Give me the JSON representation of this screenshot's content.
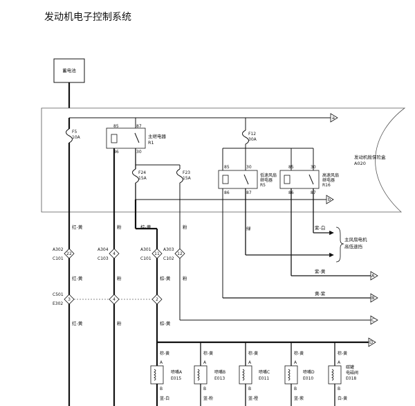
{
  "title": "发动机电子控制系统",
  "components": {
    "battery": "蓄电池",
    "fuse_f5": {
      "name": "F5",
      "rating": "10A"
    },
    "fuse_f12": {
      "name": "F12",
      "rating": "30A"
    },
    "fuse_f24": {
      "name": "F24",
      "rating": "15A"
    },
    "fuse_f23": {
      "name": "F23",
      "rating": "15A"
    },
    "main_relay": {
      "name": "主继电器",
      "id": "R1",
      "pins": [
        "85",
        "87",
        "86",
        "30"
      ]
    },
    "low_fan_relay": {
      "name1": "低速风扇",
      "name2": "继电器",
      "id": "R5",
      "pins": [
        "85",
        "30",
        "86",
        "87"
      ]
    },
    "high_fan_relay": {
      "name1": "高速风扇",
      "name2": "继电器",
      "id": "R16",
      "pins": [
        "85",
        "30",
        "86",
        "87"
      ]
    },
    "fuse_box": {
      "name": "发动机舱保险盒",
      "id": "A020"
    }
  },
  "connectors": {
    "a302": "A302",
    "c101_a": "C101",
    "pin22": "22",
    "a304": "A304",
    "c103": "C103",
    "pin4": "4",
    "a301": "A301",
    "c101_b": "C101",
    "pin11": "11",
    "a303": "A303",
    "c102": "C102",
    "pin12": "12",
    "c501": "C501",
    "e302": "E302",
    "pin3": "3",
    "pin4b": "4",
    "pin2": "2"
  },
  "wires": {
    "red_yellow": "红-黄",
    "pink": "粉",
    "brown_yellow": "棕-黄",
    "green": "绿",
    "purple_white": "紫-白",
    "purple_yellow": "紫-黄",
    "yellow_purple": "黄-紫",
    "main_fan_1": "主风扇电机",
    "main_fan_2": "高低速挡"
  },
  "arrows": [
    "a",
    "b",
    "A",
    "B",
    "C",
    "D"
  ],
  "injectors": [
    {
      "name": "喷嘴A",
      "id": "E015",
      "wire_in": "棕-黄",
      "wire_out": "蓝-白",
      "pin_a": "A",
      "pin_b": "B"
    },
    {
      "name": "喷嘴B",
      "id": "E013",
      "wire_in": "棕-黄",
      "wire_out": "蓝-粉",
      "pin_a": "A",
      "pin_b": "B"
    },
    {
      "name": "喷嘴C",
      "id": "E011",
      "wire_in": "棕-黄",
      "wire_out": "蓝-橙",
      "pin_a": "A",
      "pin_b": "B"
    },
    {
      "name": "喷嘴D",
      "id": "E010",
      "wire_in": "棕-黄",
      "wire_out": "蓝-紫",
      "pin_a": "A",
      "pin_b": "B"
    },
    {
      "name1": "碳罐",
      "name2": "电磁阀",
      "id": "E018",
      "wire_in": "棕-黄",
      "wire_out": "白-黄",
      "pin_a": "A",
      "pin_b": "B"
    }
  ]
}
